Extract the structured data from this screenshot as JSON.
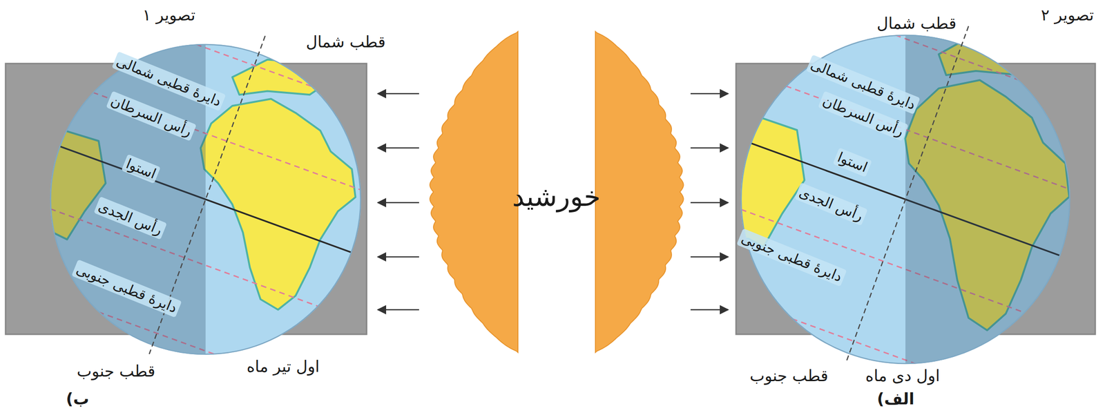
{
  "diagram": {
    "nodes": [
      {
        "text": [
          "دایرهٔ قطبی شمالی",
          "رأس السرطان",
          "استوا",
          "رأس الجدی",
          "دایرهٔ قطبی جنوبی"
        ]
      },
      {
        "text": [
          "خورشید"
        ]
      },
      {
        "text": [
          "دایرهٔ قطبی شمالی",
          "رأس السرطان",
          "استوا",
          "رأس الجدی",
          "دایرهٔ قطبی جنوبی"
        ]
      }
    ],
    "labels": [
      "تصویر ۱",
      "قطب شمال",
      "قطب جنوب",
      "اول تیر ماه",
      "ب)",
      "تصویر ۲",
      "قطب شمال",
      "قطب جنوب",
      "اول دی ماه",
      "الف)"
    ]
  }
}
